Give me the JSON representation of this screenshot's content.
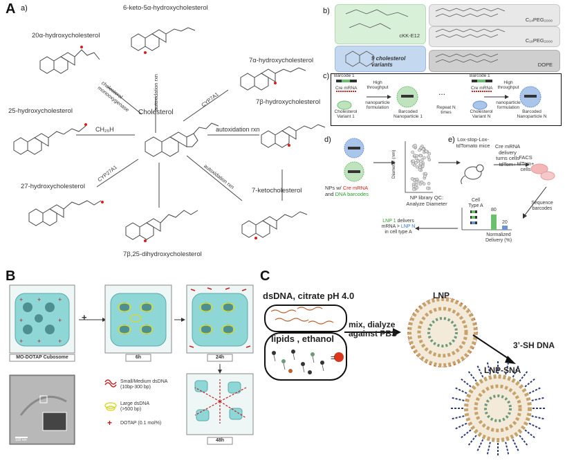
{
  "panelA": {
    "letter": "A",
    "sub_a": "a)",
    "center": "Cholesterol",
    "molecules": {
      "keto6": "6-keto-5α-hydroxycholesterol",
      "h20a": "20α-hydroxycholesterol",
      "h7a": "7α-hydroxycholesterol",
      "h7b": "7β-hydroxycholesterol",
      "h25": "25-hydroxycholesterol",
      "h27": "27-hydroxycholesterol",
      "keto7": "7-ketocholesterol",
      "d7b25": "7β,25-dihydroxycholesterol"
    },
    "arrows": {
      "mono": "cholesterol monooxygenase",
      "autox1": "autoxidation rxn",
      "cyp7": "CYP7A1",
      "ch25h": "CH₂₅H",
      "autox2": "autoxidation rxn",
      "cyp27": "CYP27A1",
      "autox3": "autoxidation rxn"
    },
    "b": {
      "sub": "b)",
      "ckk": "cKK-E12",
      "chol": "9 cholesterol variants",
      "peg14": "C₁₄PEG₂₀₀₀",
      "peg18": "C₁₈PEG₂₀₀₀",
      "dope": "DOPE"
    },
    "c": {
      "sub": "c)",
      "barcode1": "Barcode 1",
      "cre1": "Cre mRNA",
      "variant1": "Cholesterol Variant 1",
      "ht1": "High throughput",
      "nf1": "nanoparticle formulation",
      "bnp1": "Barcoded Nanoparticle 1",
      "dots": "...",
      "repeat": "Repeat N times",
      "barcode2": "Barcode 1",
      "cre2": "Cre mRNA",
      "variantN": "Cholesterol Variant N",
      "ht2": "High throughput",
      "nf2": "nanoparticle formulation",
      "bnpN": "Barcoded Nanoparticle N"
    },
    "d": {
      "sub": "d)",
      "nps_prefix": "NPs w/ ",
      "nps_cre": "Cre mRNA",
      "nps_and": "and ",
      "nps_dna": "DNA barcodes",
      "ylabel": "Diameter (nm)",
      "qc1": "NP library QC:",
      "qc2": "Analyze Diameter"
    },
    "e": {
      "sub": "e)",
      "mice": "Lox-stop-Lox-tdTomato mice",
      "cre": "Cre mRNA delivery turns cells tdTom+",
      "facs": "FACS tdTom+ cells",
      "seq": "Sequence barcodes",
      "celltype": "Cell Type A",
      "v80": "80",
      "v20": "20",
      "norm": "Normalized Delivery (%)",
      "lnp1": "LNP 1",
      "delivers": " delivers",
      "mrna": "mRNA > ",
      "lnpn": "LNP N",
      "incell": "in cell type A"
    }
  },
  "panelB": {
    "letter": "B",
    "cubosome": "MO-DOTAP Cubosome",
    "t6": "6h",
    "t24": "24h",
    "t48": "48h",
    "scale": "100 nm",
    "leg_small": "Small/Medium dsDNA",
    "leg_small2": "(10bp-300 bp)",
    "leg_large": "Large dsDNA",
    "leg_large2": "(>500 bp)",
    "leg_dotap": "DOTAP (0.1 mol%)",
    "plus": "+"
  },
  "panelC": {
    "letter": "C",
    "dsdna": "dsDNA, citrate pH 4.0",
    "lipids": "lipids , ethanol",
    "mix1": "mix, dialyze",
    "mix2": "against PBS",
    "lnp": "LNP",
    "sh": "3’-SH DNA",
    "lnpsna": "LNP-SNA",
    "eq": "="
  },
  "colors": {
    "red": "#d4201c",
    "green_bg": "#d8efd8",
    "blue_bg": "#c4d9f0",
    "gray_bg": "#e8e8e8",
    "cyan": "#8fd6d6",
    "orange": "#d9a46b"
  }
}
